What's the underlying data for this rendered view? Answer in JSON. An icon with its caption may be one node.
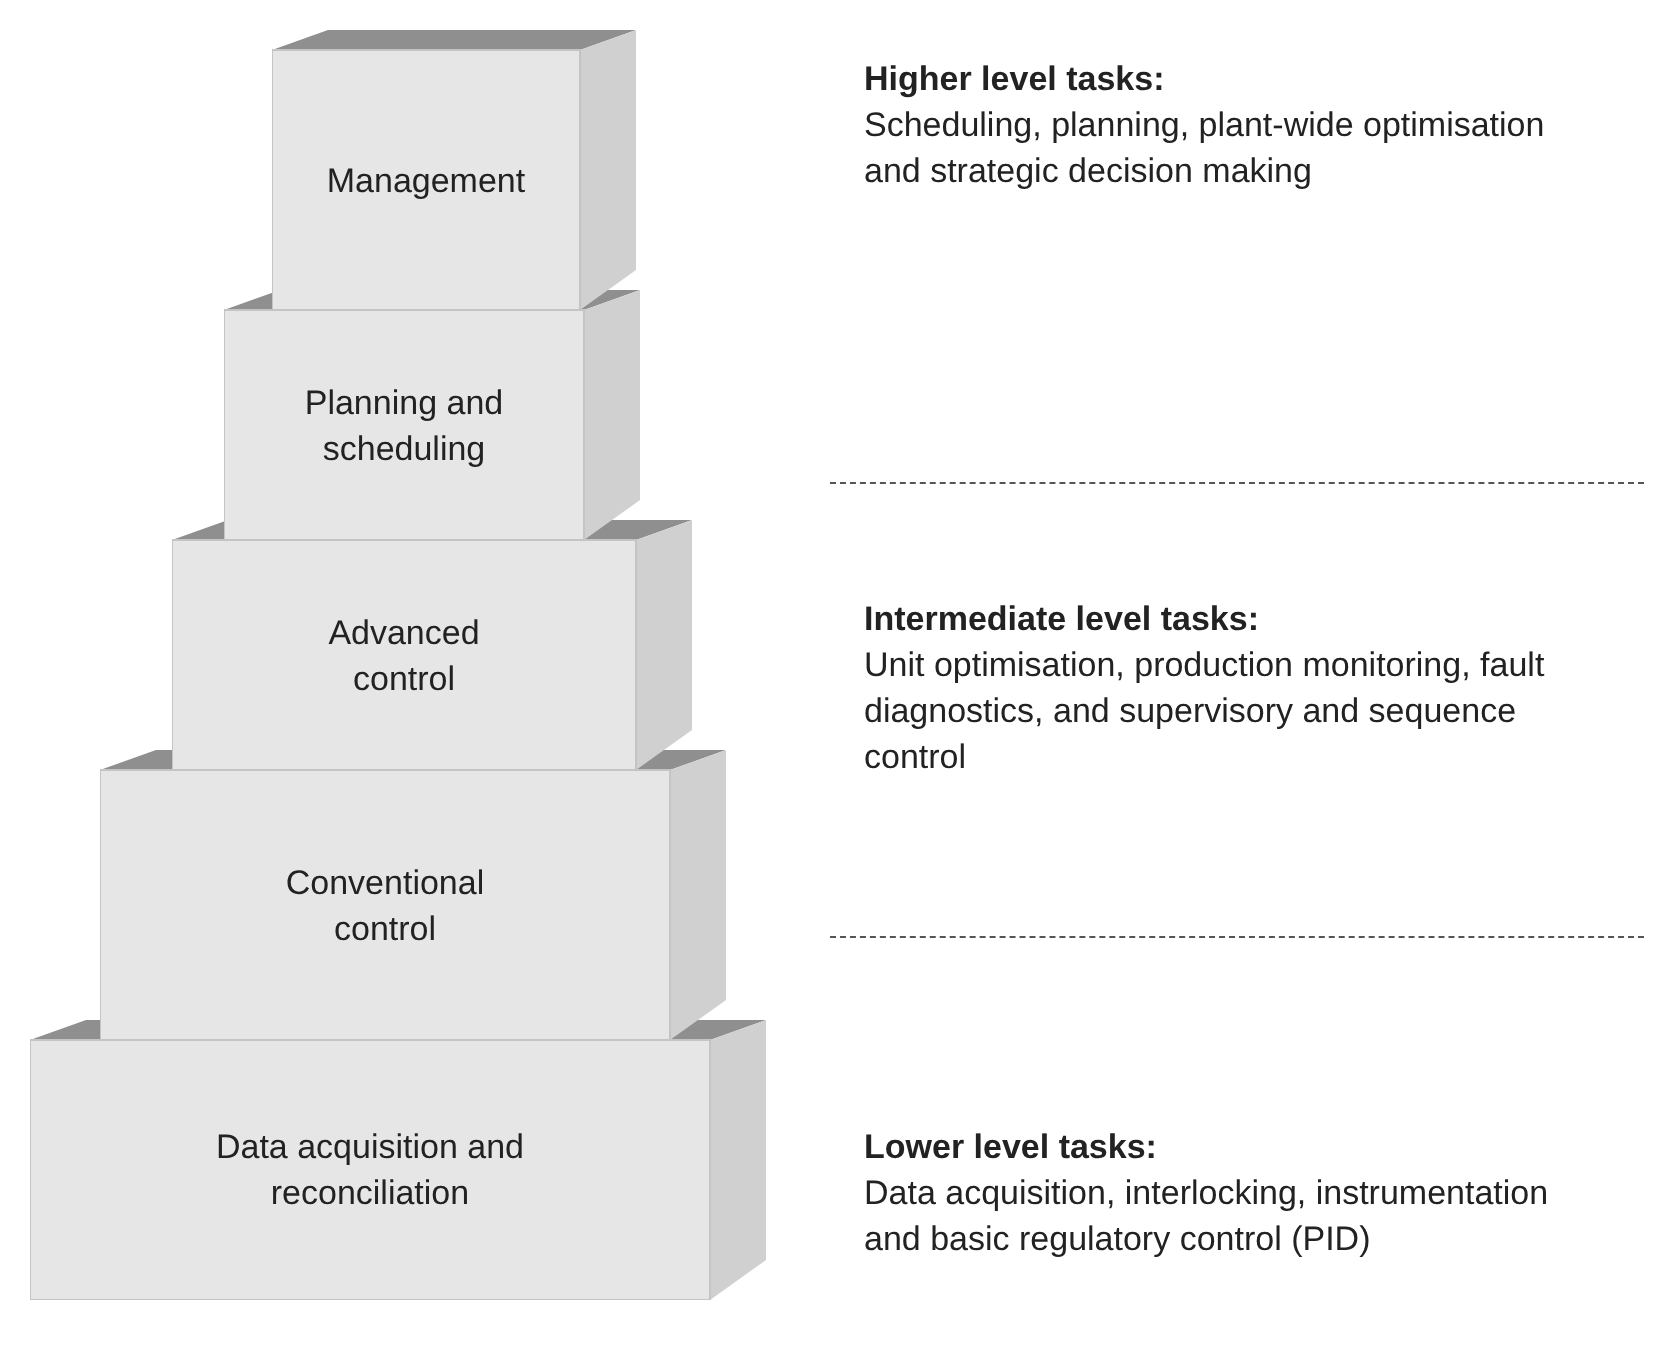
{
  "diagram": {
    "nodes": [
      {
        "text": [
          "Management"
        ]
      },
      {
        "text": [
          "Planning and scheduling"
        ]
      },
      {
        "text": [
          "Advanced control"
        ]
      },
      {
        "text": [
          "Conventional control"
        ]
      },
      {
        "text": [
          "Data acquisition and reconciliation"
        ]
      }
    ],
    "labels": [
      "Higher level tasks:",
      "Scheduling, planning, plant-wide optimisation and strategic decision making",
      "Intermediate level tasks:",
      "Unit optimisation, production monitoring, fault diagnostics, and supervisory and sequence control",
      "Lower level tasks:",
      "Data acquisition, interlocking, instrumentation and basic regulatory control (PID)"
    ]
  }
}
